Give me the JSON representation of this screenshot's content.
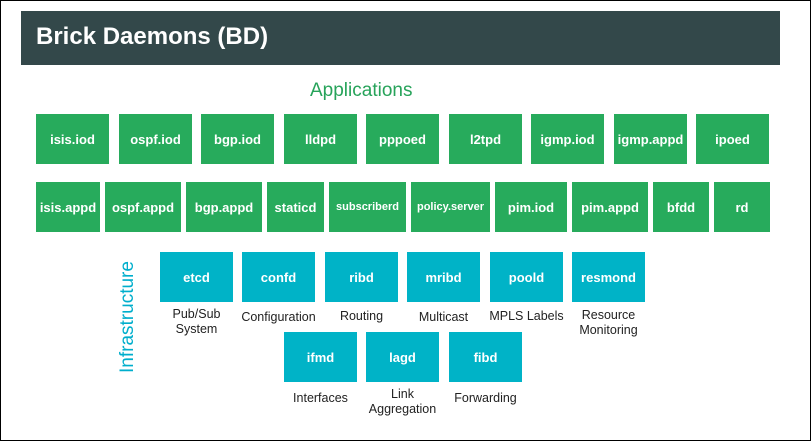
{
  "title": "Brick Daemons (BD)",
  "applications_heading": "Applications",
  "infrastructure_heading": "Infrastructure",
  "colors": {
    "title_bar": "#33484a",
    "application_box": "#27ab5c",
    "infrastructure_box": "#00b3c7",
    "applications_heading": "#27a35a",
    "infrastructure_heading": "#00aecc"
  },
  "applications_row1": [
    "isis.iod",
    "ospf.iod",
    "bgp.iod",
    "lldpd",
    "pppoed",
    "l2tpd",
    "igmp.iod",
    "igmp.appd",
    "ipoed"
  ],
  "applications_row2": [
    "isis.appd",
    "ospf.appd",
    "bgp.appd",
    "staticd",
    "subscriberd",
    "policy.server",
    "pim.iod",
    "pim.appd",
    "bfdd",
    "rd"
  ],
  "infrastructure_row1": [
    {
      "name": "etcd",
      "caption": "Pub/Sub\nSystem"
    },
    {
      "name": "confd",
      "caption": "Configuration"
    },
    {
      "name": "ribd",
      "caption": "Routing"
    },
    {
      "name": "mribd",
      "caption": "Multicast"
    },
    {
      "name": "poold",
      "caption": "MPLS Labels"
    },
    {
      "name": "resmond",
      "caption": "Resource\nMonitoring"
    }
  ],
  "infrastructure_row2": [
    {
      "name": "ifmd",
      "caption": "Interfaces"
    },
    {
      "name": "lagd",
      "caption": "Link\nAggregation"
    },
    {
      "name": "fibd",
      "caption": "Forwarding"
    }
  ]
}
